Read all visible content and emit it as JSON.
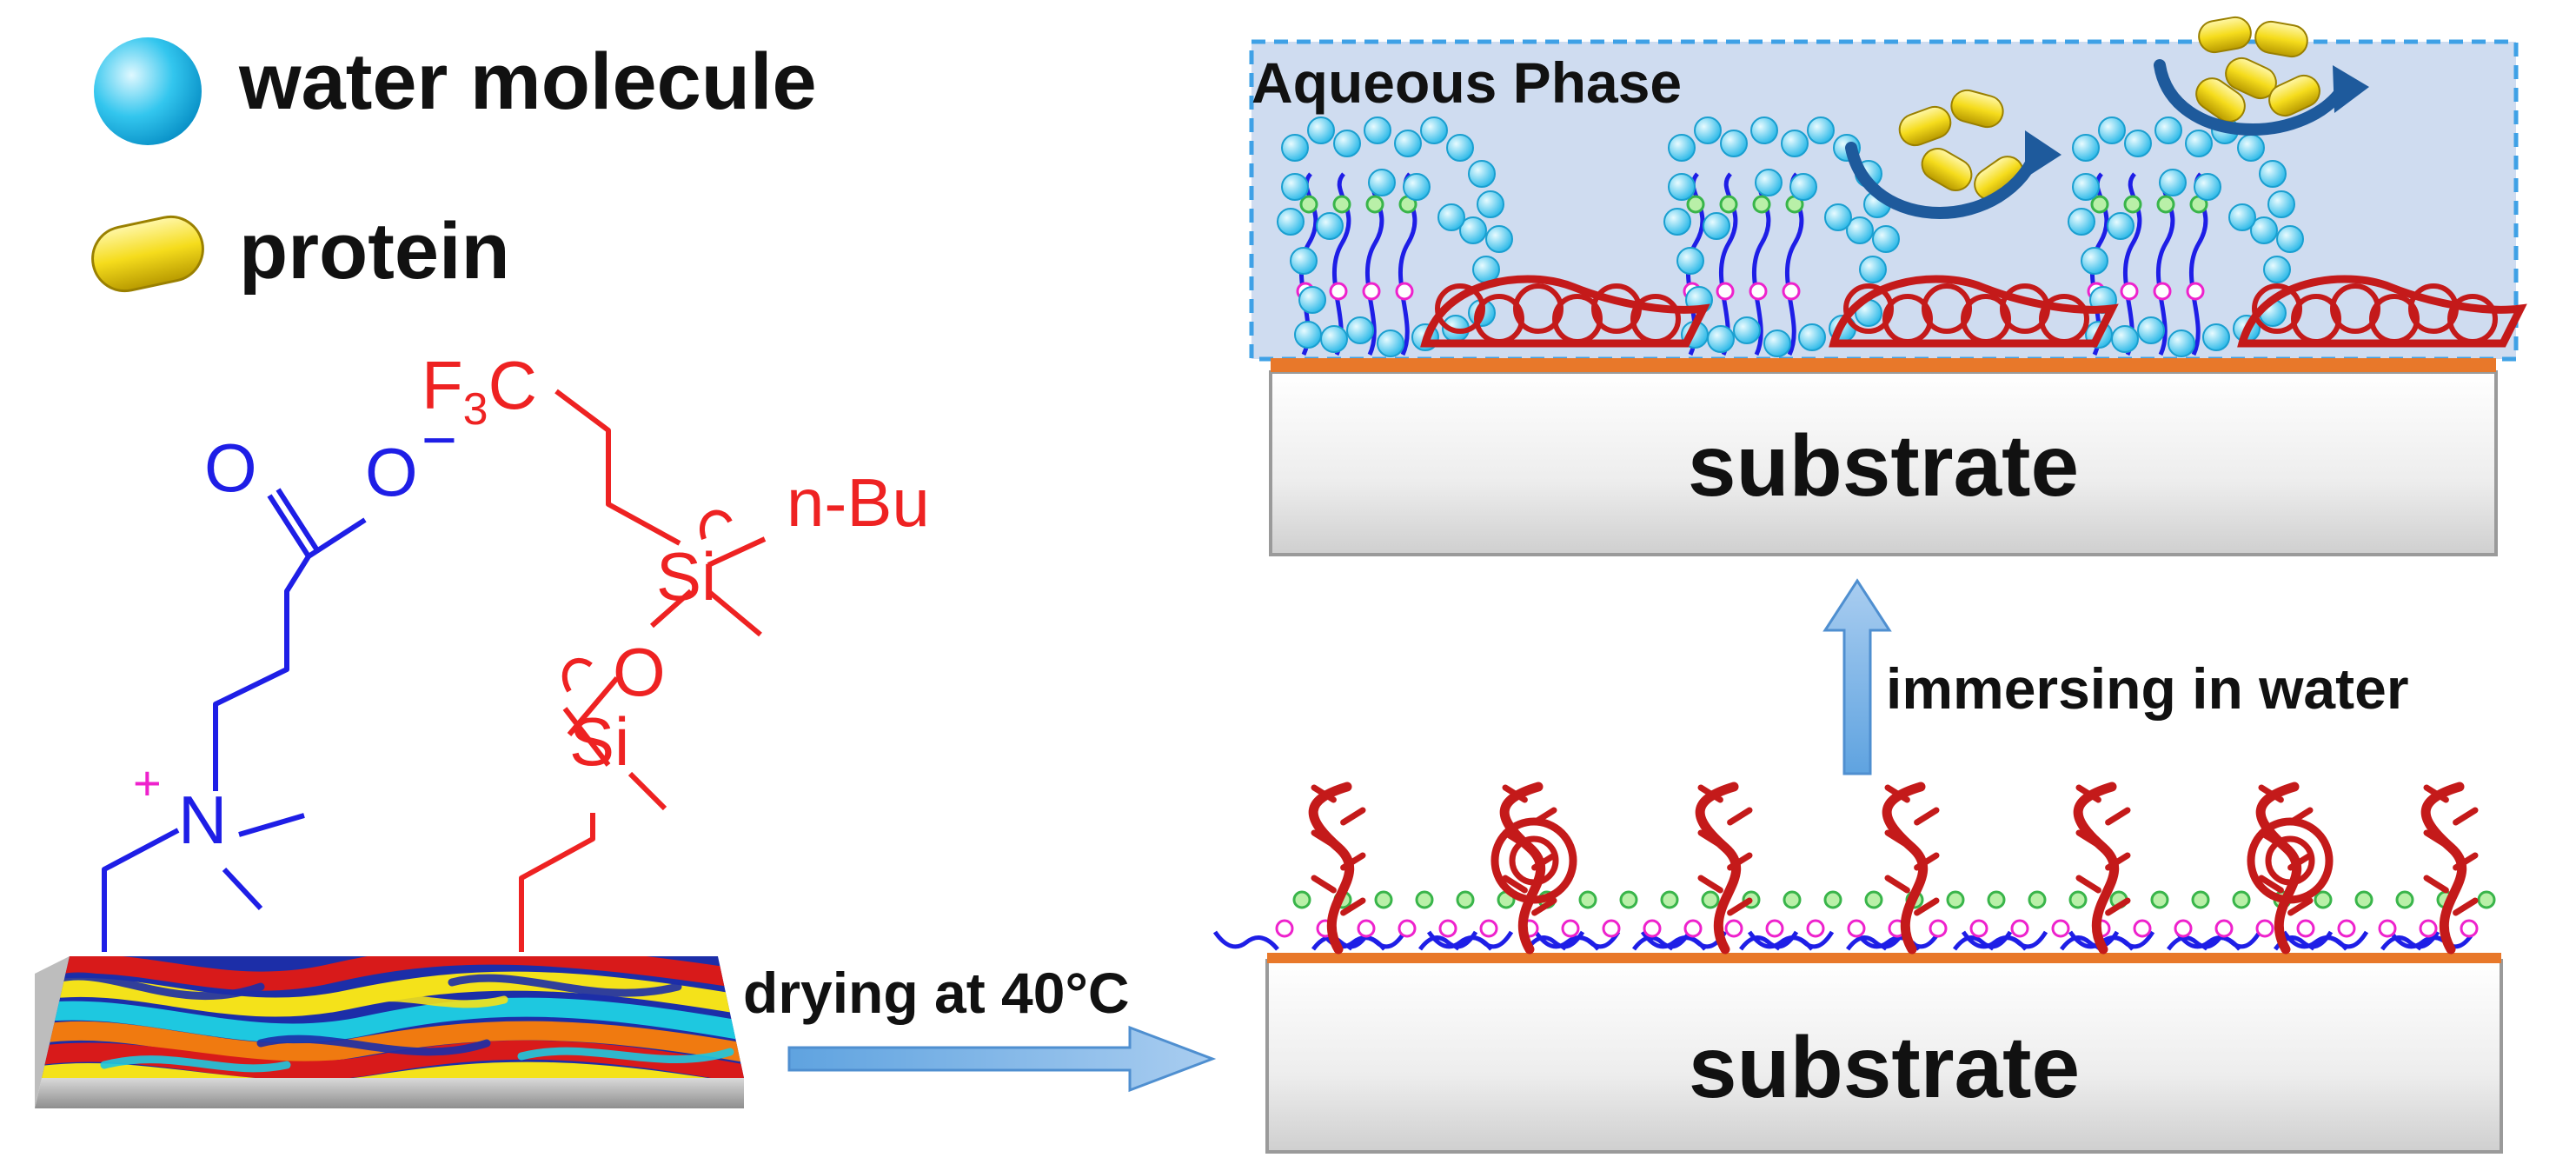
{
  "legend": {
    "water_label": "water molecule",
    "protein_label": "protein"
  },
  "labels": {
    "aqueous_phase": "Aqueous Phase",
    "substrate_top": "substrate",
    "substrate_bottom": "substrate",
    "drying": "drying at 40°C",
    "immersing": "immersing in water"
  },
  "molecule": {
    "carbonyl_o": "O",
    "anion_o": "O",
    "anion_charge": "−",
    "cation_charge": "+",
    "nitrogen": "N",
    "f3c": "F",
    "f3c_sub": "3",
    "f3c_c": "C",
    "si_top": "Si",
    "si_bottom": "Si",
    "bridge_o": "O",
    "nbu": "n-Bu"
  },
  "colors": {
    "zwitterion": "#1e1ee6",
    "fluoro_siloxane": "#ee2222",
    "charge": "#ee22cc",
    "water": "#29c4ec",
    "protein": "#f2d81c",
    "aqueous_fill": "#cfdcf0",
    "aqueous_border": "#3fa1e6",
    "substrate_layer": "#e8782a",
    "coil": "#c41a1a",
    "arrow": "#7ab3e6",
    "curved_arrow": "#1e5a9c"
  }
}
